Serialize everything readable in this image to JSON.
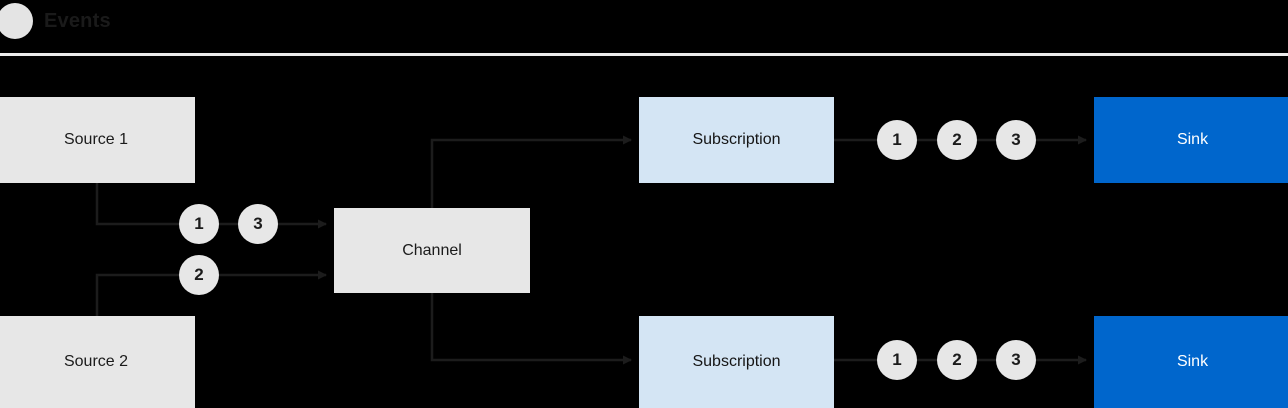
{
  "header": {
    "icon": "events-circle-icon",
    "title": "Events"
  },
  "nodes": {
    "source_1": "Source 1",
    "source_2": "Source 2",
    "channel": "Channel",
    "subscription_top": "Subscription",
    "subscription_bottom": "Subscription",
    "sink_top": "Sink",
    "sink_bottom": "Sink"
  },
  "tokens": {
    "source1_to_channel": [
      "1",
      "3"
    ],
    "source2_to_channel": [
      "2"
    ],
    "subscription_top_to_sink": [
      "1",
      "2",
      "3"
    ],
    "subscription_bottom_to_sink": [
      "1",
      "2",
      "3"
    ]
  },
  "colors": {
    "background": "#000000",
    "node_gray": "#e7e7e7",
    "node_blue_light": "#d4e5f4",
    "node_blue": "#0066cc",
    "wire": "#1c1c1c",
    "rule": "#ececec",
    "header_text": "#1a1a1a"
  }
}
